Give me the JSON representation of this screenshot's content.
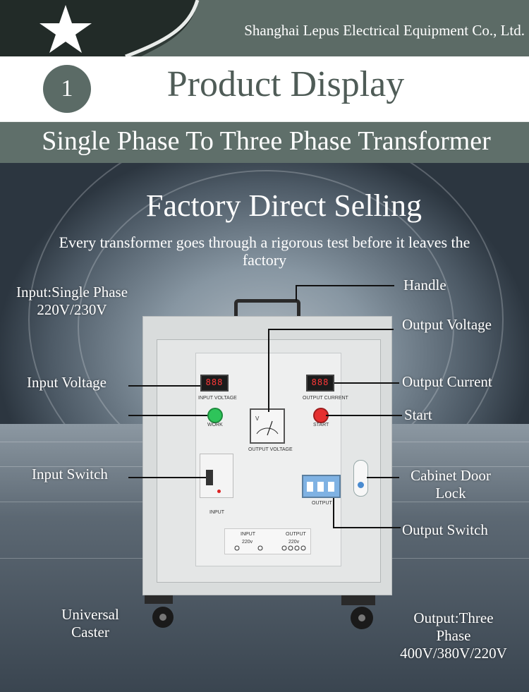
{
  "header": {
    "company": "Shanghai Lepus Electrical Equipment Co., Ltd."
  },
  "section": {
    "number": "1",
    "title": "Product Display"
  },
  "subtitle": "Single Phase To Three Phase Transformer",
  "photo": {
    "headline": "Factory Direct Selling",
    "intro": "Every transformer goes through a rigorous test before it leaves the factory",
    "input_spec": [
      "Input:Single Phase",
      "220V/230V"
    ],
    "output_spec": [
      "Output:Three",
      "Phase",
      "400V/380V/220V"
    ],
    "labels": {
      "handle": "Handle",
      "output_voltage": "Output Voltage",
      "input_voltage": "Input Voltage",
      "output_current": "Output Current",
      "start": "Start",
      "input_switch": "Input Switch",
      "cabinet_door_lock": [
        "Cabinet Door",
        "Lock"
      ],
      "output_switch": "Output Switch",
      "universal_caster": [
        "Universal",
        "Caster"
      ]
    },
    "panel": {
      "input_meter_value": "888",
      "output_meter_value": "888",
      "input_voltage_tag": "INPUT VOLTAGE",
      "output_current_tag": "OUTPUT CURRENT",
      "work_tag": "WORK",
      "start_tag": "START",
      "output_voltage_tag": "OUTPUT VOLTAGE",
      "input_tag": "INPUT",
      "output_tag": "OUTPUT",
      "terminal_input": "INPUT",
      "terminal_input_v": "220v",
      "terminal_output": "OUTPUT",
      "terminal_output_v": "220v",
      "gauge_letter": "V"
    }
  },
  "colors": {
    "header_bg": "#2f3a36",
    "band_bg": "#5f6f6a",
    "title_text": "#4f5c57",
    "circle_bg": "#5b6b66",
    "start_button": "#e53030",
    "work_button": "#2ec45a"
  }
}
